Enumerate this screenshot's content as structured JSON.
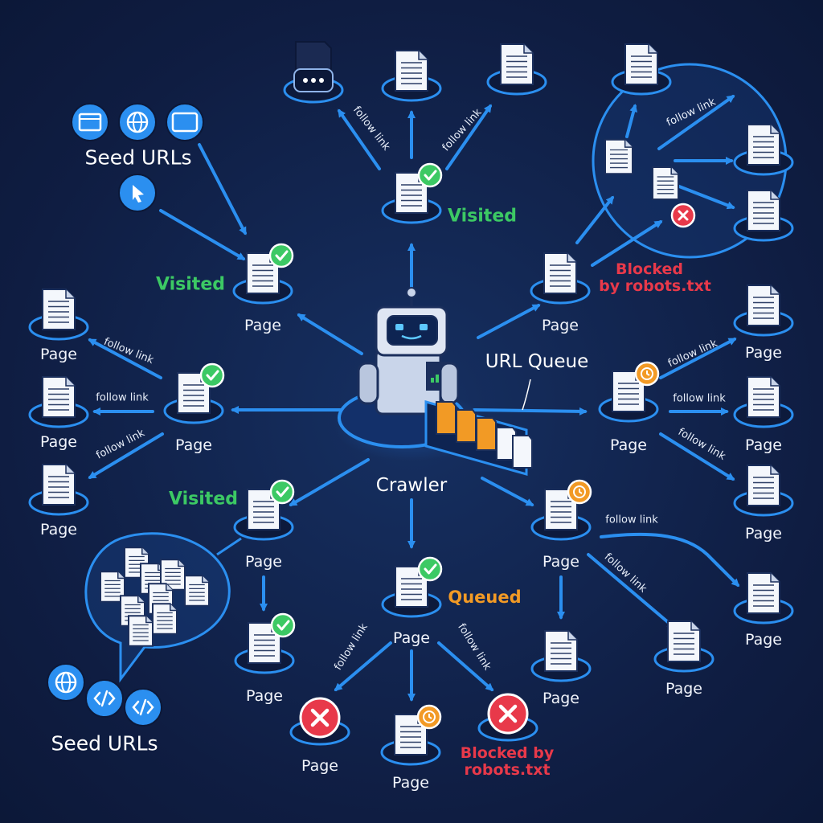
{
  "diagram": {
    "crawler_label": "Crawler",
    "queue_label": "URL Queue",
    "seed_top": "Seed URLs",
    "seed_bottom": "Seed URLs",
    "page_label": "Page",
    "follow_link": "follow link",
    "status": {
      "visited_top": "Visited",
      "visited_left": "Visited",
      "visited_lower": "Visited",
      "queued": "Queued",
      "blocked_right_line1": "Blocked",
      "blocked_right_line2": "by robots.txt",
      "blocked_bottom_line1": "Blocked by",
      "blocked_bottom_line2": "robots.txt"
    },
    "seed_icons": [
      "browser-cursor-icon",
      "globe-cursor-icon",
      "www-browser-icon",
      "cursor-icon",
      "globe-icon",
      "code-cursor-icon",
      "code-icon"
    ],
    "colors": {
      "background": "#0f1d42",
      "accent_blue": "#2b8ff0",
      "visited_green": "#3cc964",
      "queued_orange": "#f29a25",
      "blocked_red": "#e8394a"
    }
  }
}
